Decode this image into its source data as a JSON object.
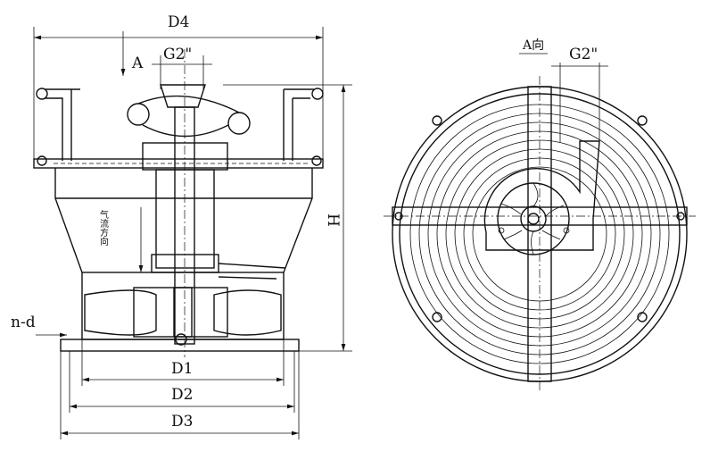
{
  "left_view": {
    "dim_overall_width": "D4",
    "view_arrow_label": "A",
    "pipe_thread": "G2\"",
    "dim_height": "H",
    "airflow_note": "气流方向",
    "bolt_holes": "n-d",
    "dim_d1": "D1",
    "dim_d2": "D2",
    "dim_d3": "D3"
  },
  "right_view": {
    "view_label": "A向",
    "pipe_thread": "G2\""
  }
}
